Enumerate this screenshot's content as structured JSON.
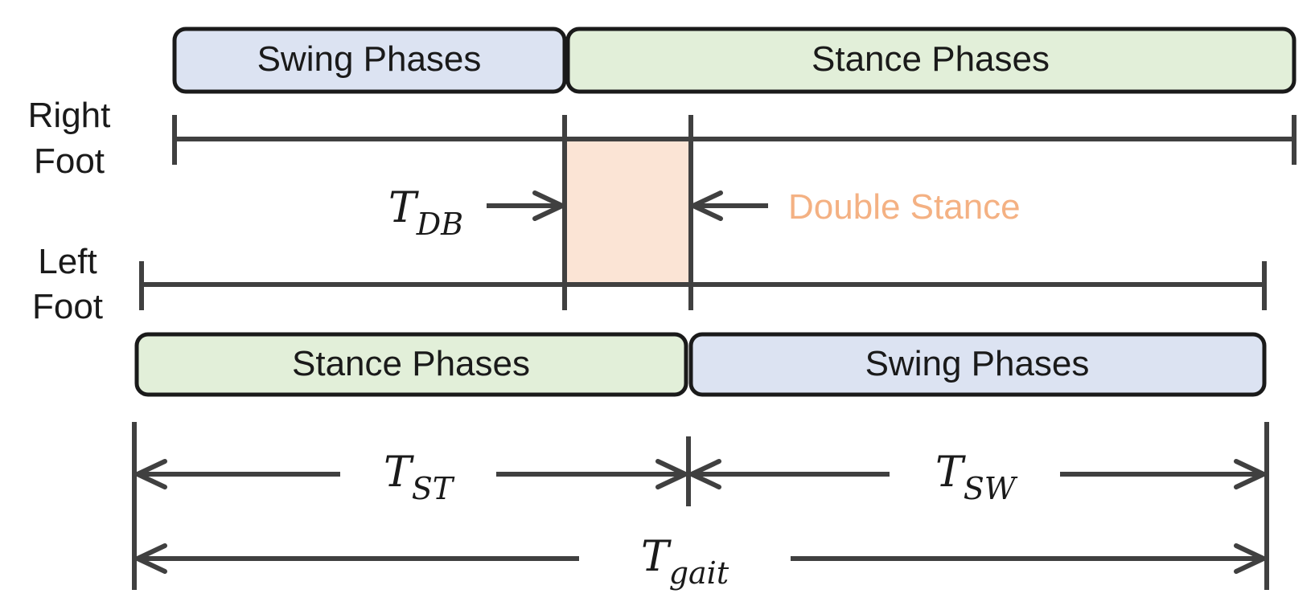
{
  "right_foot": {
    "label_line1": "Right",
    "label_line2": "Foot",
    "phase_1": "Swing Phases",
    "phase_2": "Stance Phases"
  },
  "left_foot": {
    "label_line1": "Left",
    "label_line2": "Foot",
    "phase_1": "Stance Phases",
    "phase_2": "Swing Phases"
  },
  "double_stance": {
    "label": "Double Stance",
    "symbol": {
      "base": "T",
      "sub": "DB"
    }
  },
  "durations": {
    "stance": {
      "base": "T",
      "sub": "ST"
    },
    "swing": {
      "base": "T",
      "sub": "SW"
    },
    "gait": {
      "base": "T",
      "sub": "gait"
    }
  },
  "colors": {
    "swing_fill": "#dce3f2",
    "stance_fill": "#e2efd9",
    "double_stance_fill": "#fbe4d5",
    "double_stance_text": "#f4b183",
    "line": "#404040"
  }
}
